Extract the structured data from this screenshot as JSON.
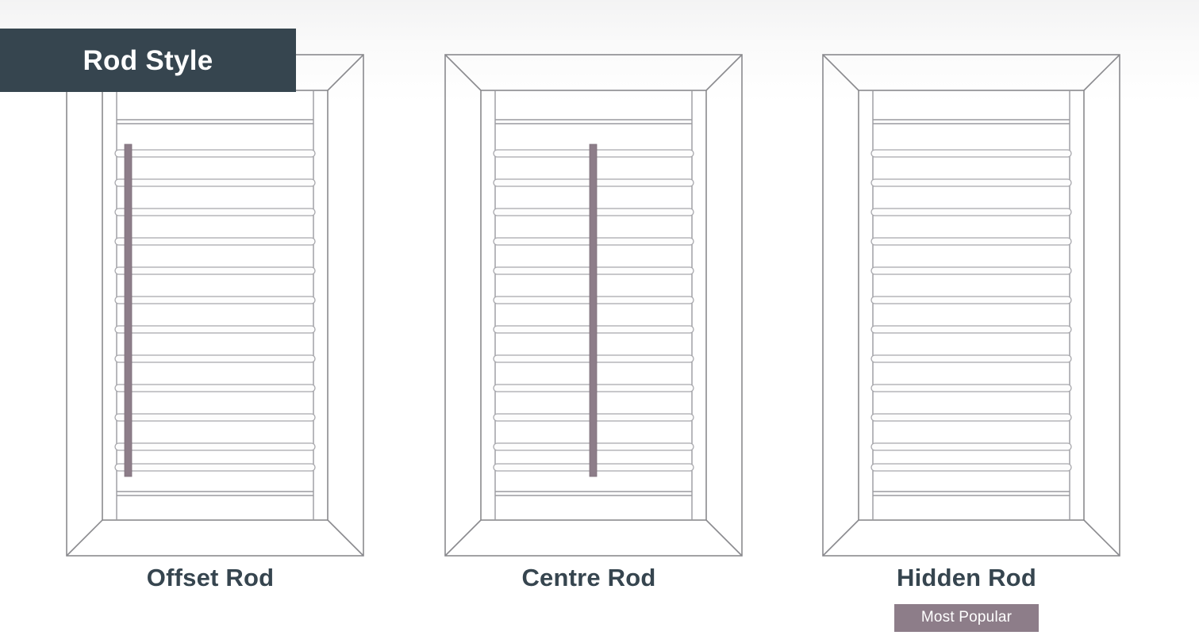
{
  "section": {
    "ribbon_label": "Rod Style",
    "ribbon_bg": "#36454f",
    "ribbon_text_color": "#ffffff"
  },
  "theme": {
    "page_bg": "#ffffff",
    "line_color": "#8a8a8e",
    "line_color_soft": "#b4b4b8",
    "rod_color": "#8d7d89",
    "caption_color": "#36454f",
    "badge_bg": "#8d7d89",
    "badge_text_color": "#ffffff"
  },
  "options": [
    {
      "id": "offset-rod",
      "label": "Offset Rod",
      "rod": "offset",
      "rod_visible": true,
      "rod_x_fraction": 0.21,
      "badge": null
    },
    {
      "id": "centre-rod",
      "label": "Centre Rod",
      "rod": "centre",
      "rod_visible": true,
      "rod_x_fraction": 0.5,
      "badge": null
    },
    {
      "id": "hidden-rod",
      "label": "Hidden Rod",
      "rod": "hidden",
      "rod_visible": false,
      "rod_x_fraction": null,
      "badge": "Most Popular"
    }
  ],
  "shutter": {
    "slat_count": 12,
    "top_rail": true,
    "bottom_rail": true,
    "frame_style": "mitred-bevel"
  }
}
